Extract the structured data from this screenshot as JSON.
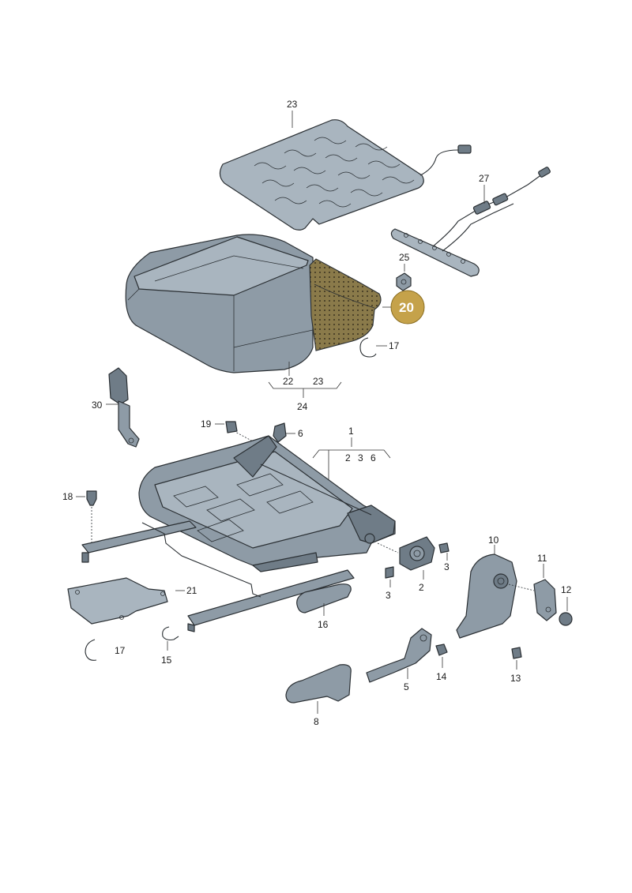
{
  "callouts": {
    "c23_top": "23",
    "c27": "27",
    "c25": "25",
    "c20": "20",
    "c17_right": "17",
    "c22": "22",
    "c23_bottom": "23",
    "c24": "24",
    "c30": "30",
    "c19": "19",
    "c6_left": "6",
    "c1": "1",
    "c2_top": "2",
    "c3_top": "3",
    "c6_top": "6",
    "c18": "18",
    "c21": "21",
    "c17_left": "17",
    "c15": "15",
    "c16": "16",
    "c3_a": "3",
    "c3_b": "3",
    "c2_bottom": "2",
    "c10": "10",
    "c11": "11",
    "c12": "12",
    "c5": "5",
    "c14": "14",
    "c13": "13",
    "c8": "8"
  },
  "colors": {
    "part_fill": "#8e9ba6",
    "highlight_fill": "#8a7a4a",
    "highlight_badge": "#c5a24a",
    "outline": "#2a2f33"
  }
}
